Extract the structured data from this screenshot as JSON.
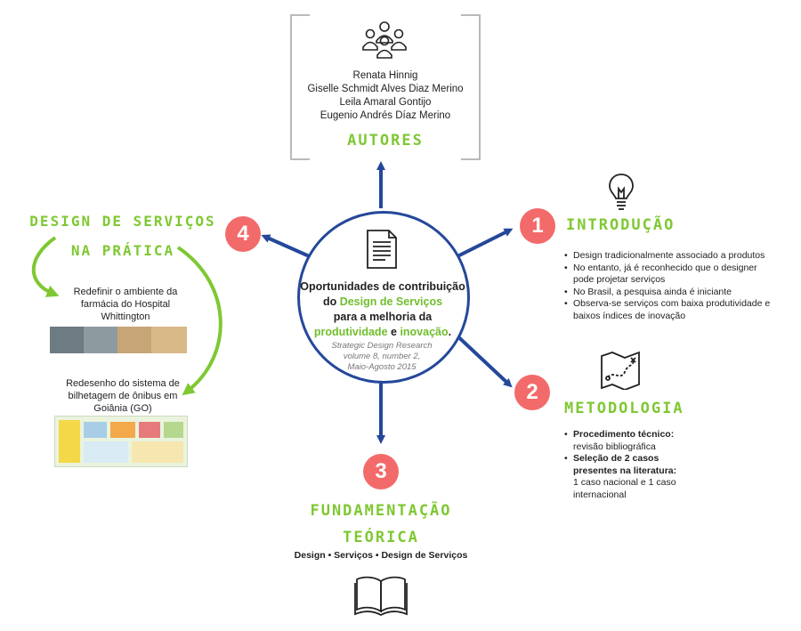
{
  "authors": {
    "title": "AUTORES",
    "names": [
      "Renata Hinnig",
      "Giselle Schmidt Alves Diaz Merino",
      "Leila Amaral Gontijo",
      "Eugenio Andrés Díaz Merino"
    ]
  },
  "center": {
    "title_line1": "Oportunidades de contribuição",
    "title_line2_prefix": "do ",
    "title_line2_highlight": "Design de Serviços",
    "title_line3": "para a melhoria da",
    "title_line4_highlight1": "produtividade",
    "title_line4_mid": " e ",
    "title_line4_highlight2": "inovação",
    "title_line4_end": ".",
    "journal_line1": "Strategic Design Research",
    "journal_line2": "volume 8, number 2,",
    "journal_line3": "Maio-Agosto 2015"
  },
  "section1": {
    "number": "1",
    "title": "INTRODUÇÃO",
    "bullets": [
      "Design tradicionalmente associado a produtos",
      "No entanto, já é reconhecido que o designer pode projetar serviços",
      "No Brasil, a pesquisa ainda é iniciante",
      "Observa-se serviços com baixa produtividade e baixos índices de inovação"
    ]
  },
  "section2": {
    "number": "2",
    "title": "METODOLOGIA",
    "item1_bold": "Procedimento técnico:",
    "item1_text": "revisão bibliográfica",
    "item2_bold": "Seleção de 2 casos presentes na literatura:",
    "item2_text": "1 caso nacional e 1 caso internacional"
  },
  "section3": {
    "number": "3",
    "title_line1": "FUNDAMENTAÇÃO",
    "title_line2": "TEÓRICA",
    "subtitle": "Design • Serviços • Design de Serviços"
  },
  "section4": {
    "number": "4",
    "title_line1": "DESIGN DE SERVIÇOS",
    "title_line2": "NA PRÁTICA",
    "case1": "Redefinir o ambiente da farmácia do Hospital Whittington",
    "case2": "Redesenho do sistema de bilhetagem de ônibus em Goiânia (GO)"
  },
  "colors": {
    "accent_green": "#7ec832",
    "circle_blue": "#24489a",
    "badge_red": "#f36a6a",
    "bracket_gray": "#b9b9b9"
  },
  "icons": [
    "people-group-icon",
    "document-icon",
    "lightbulb-icon",
    "map-icon",
    "open-book-icon"
  ]
}
